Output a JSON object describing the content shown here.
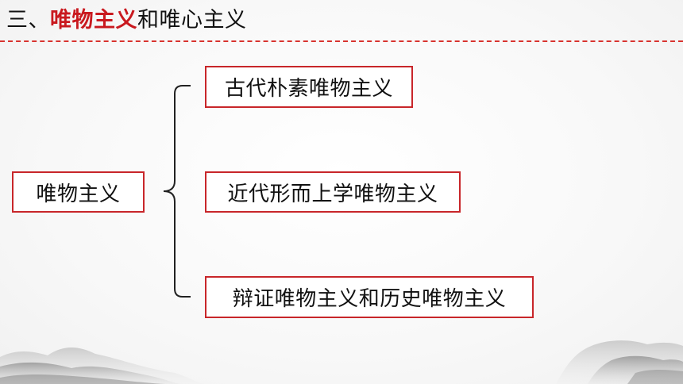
{
  "title": {
    "prefix": "三、",
    "highlight": "唯物主义",
    "suffix": "和唯心主义"
  },
  "diagram": {
    "root": "唯物主义",
    "branches": [
      "古代朴素唯物主义",
      "近代形而上学唯物主义",
      "辩证唯物主义和历史唯物主义"
    ]
  },
  "colors": {
    "accent": "#c9191f",
    "box_border": "#c8262a"
  }
}
